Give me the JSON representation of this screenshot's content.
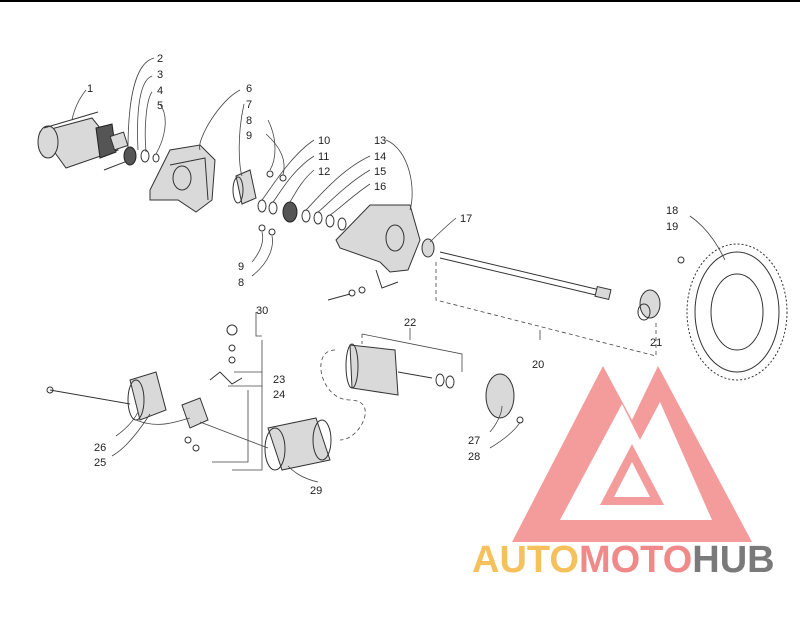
{
  "labels": [
    {
      "id": "1",
      "text": "1"
    },
    {
      "id": "2",
      "text": "2"
    },
    {
      "id": "3",
      "text": "3"
    },
    {
      "id": "4",
      "text": "4"
    },
    {
      "id": "5",
      "text": "5"
    },
    {
      "id": "6",
      "text": "6"
    },
    {
      "id": "7",
      "text": "7"
    },
    {
      "id": "8a",
      "text": "8"
    },
    {
      "id": "9a",
      "text": "9"
    },
    {
      "id": "10",
      "text": "10"
    },
    {
      "id": "11",
      "text": "11"
    },
    {
      "id": "12",
      "text": "12"
    },
    {
      "id": "13",
      "text": "13"
    },
    {
      "id": "14",
      "text": "14"
    },
    {
      "id": "15",
      "text": "15"
    },
    {
      "id": "16",
      "text": "16"
    },
    {
      "id": "17",
      "text": "17"
    },
    {
      "id": "18",
      "text": "18"
    },
    {
      "id": "19",
      "text": "19"
    },
    {
      "id": "9b",
      "text": "9"
    },
    {
      "id": "8b",
      "text": "8"
    },
    {
      "id": "20",
      "text": "20"
    },
    {
      "id": "21",
      "text": "21"
    },
    {
      "id": "22",
      "text": "22"
    },
    {
      "id": "30",
      "text": "30"
    },
    {
      "id": "23",
      "text": "23"
    },
    {
      "id": "24",
      "text": "24"
    },
    {
      "id": "26",
      "text": "26"
    },
    {
      "id": "25",
      "text": "25"
    },
    {
      "id": "27",
      "text": "27"
    },
    {
      "id": "28",
      "text": "28"
    },
    {
      "id": "29",
      "text": "29"
    }
  ],
  "watermark": {
    "part1": "AUTO",
    "part2": "MOTO",
    "part3": "HUB",
    "color1": "#f5c15c",
    "color2": "#f08a8a",
    "color3": "#7a7a7a",
    "logo_color": "#f28b8b"
  }
}
